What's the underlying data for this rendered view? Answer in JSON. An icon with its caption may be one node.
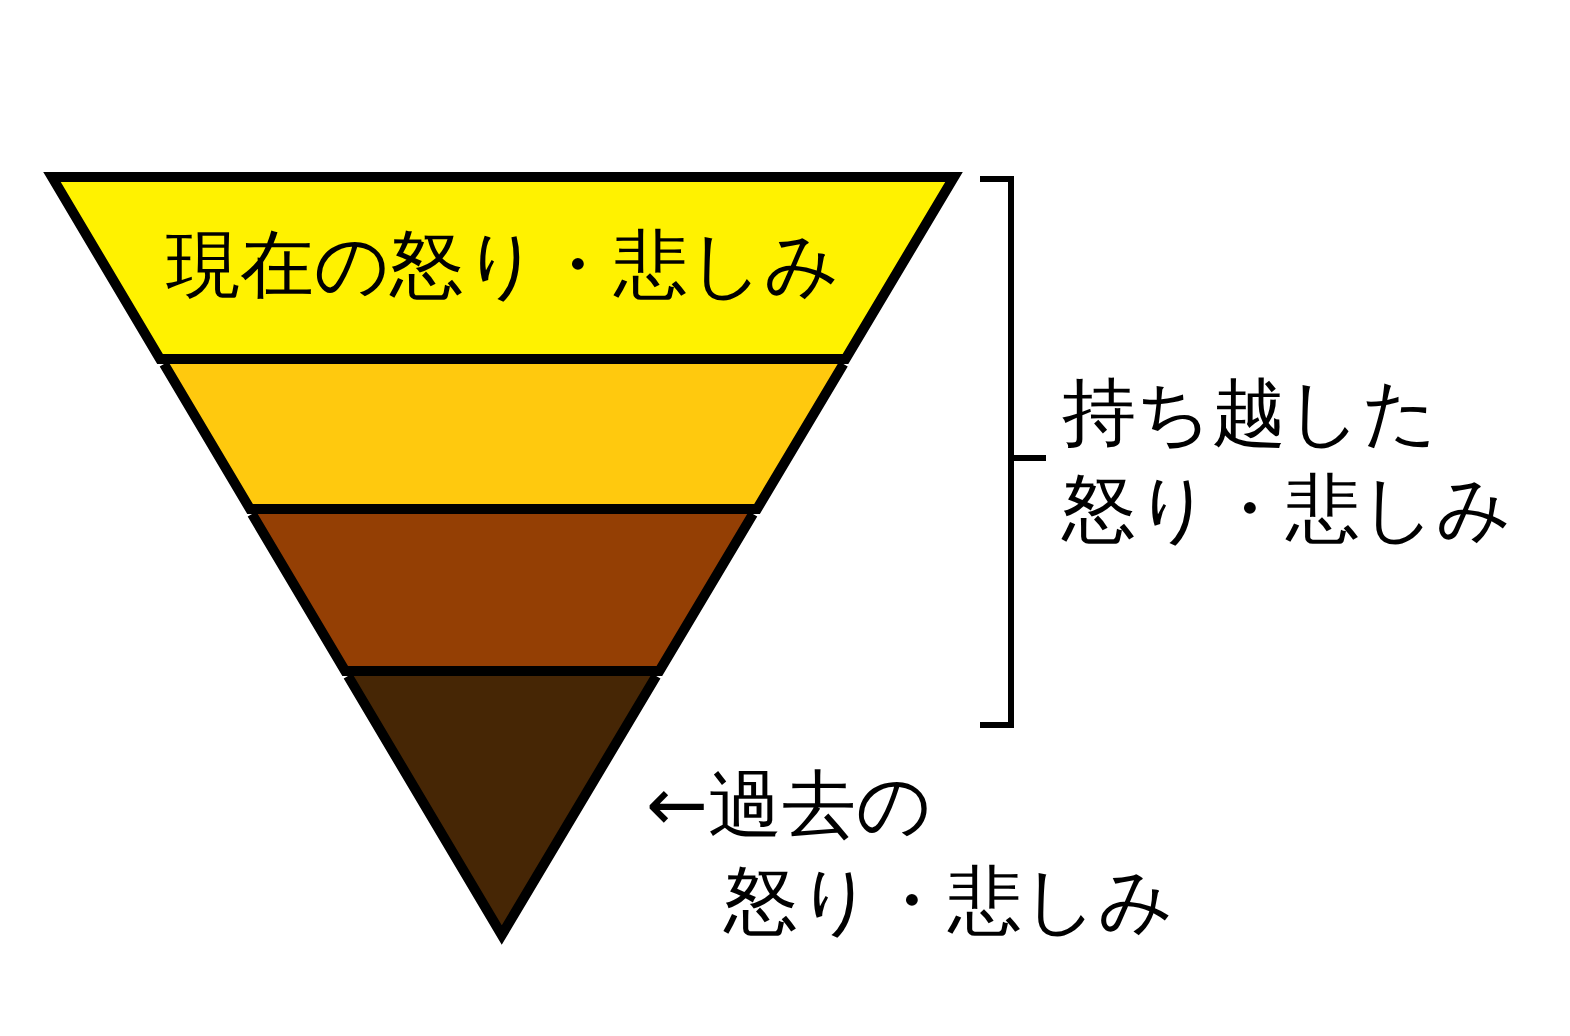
{
  "diagram": {
    "nodes": [
      {
        "text": [
          "現在の怒り・悲しみ"
        ]
      },
      {
        "text": [],
        "shape": "trapezoid"
      },
      {
        "text": [],
        "shape": "trapezoid"
      },
      {
        "text": [],
        "shape": "triangle",
        "beside": [
          "←過去の怒り・悲しみ"
        ]
      }
    ],
    "labels": [
      "持ち越した怒り・悲しみ"
    ]
  }
}
